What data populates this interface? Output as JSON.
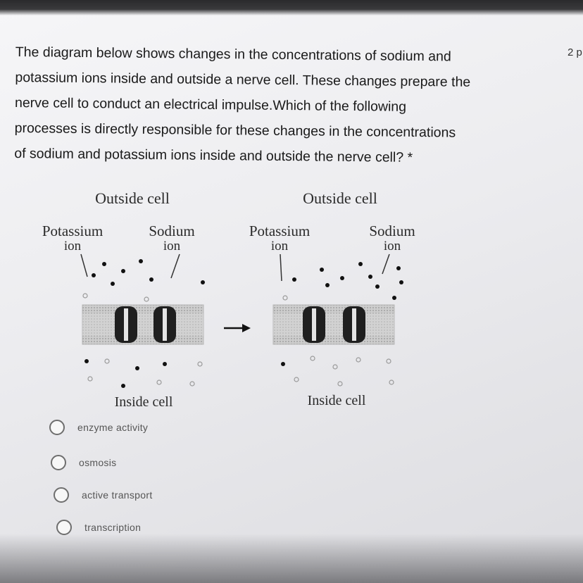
{
  "question": {
    "lines": [
      "The diagram below shows changes in the concentrations of sodium and",
      "potassium ions inside and outside a nerve cell. These changes prepare the",
      "nerve cell to conduct an electrical impulse.Which of the following",
      "processes is directly responsible for these changes in the concentrations",
      "of sodium and potassium ions inside and outside the nerve cell? *"
    ],
    "points": "2 p"
  },
  "diagram": {
    "left": {
      "outside_label": "Outside cell",
      "potassium_label": "Potassium",
      "potassium_sub": "ion",
      "sodium_label": "Sodium",
      "sodium_sub": "ion",
      "inside_label": "Inside cell"
    },
    "right": {
      "outside_label": "Outside cell",
      "potassium_label": "Potassium",
      "potassium_sub": "ion",
      "sodium_label": "Sodium",
      "sodium_sub": "ion",
      "inside_label": "Inside cell"
    },
    "arrow": "→",
    "colors": {
      "membrane": "#bdbdbd",
      "channel": "#1f1f1f",
      "sodium_dot": "#111111",
      "potassium_dot": "#9a9a9a"
    }
  },
  "options": [
    {
      "label": "enzyme activity",
      "selected": false
    },
    {
      "label": "osmosis",
      "selected": false
    },
    {
      "label": "active transport",
      "selected": false
    },
    {
      "label": "transcription",
      "selected": false
    }
  ]
}
